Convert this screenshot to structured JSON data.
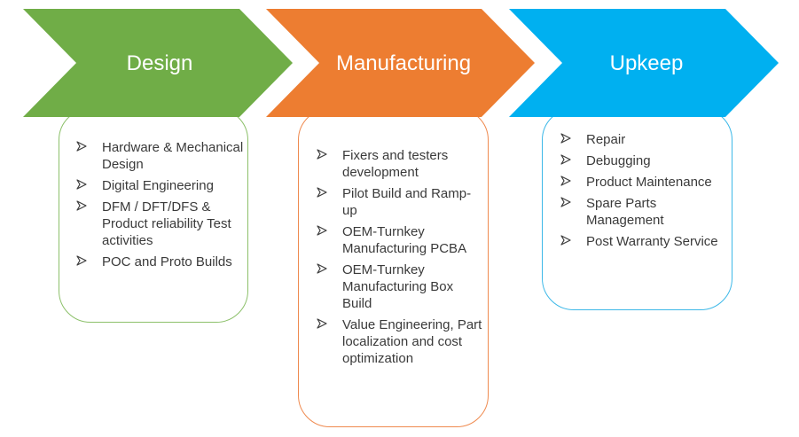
{
  "stages": [
    {
      "title": "Design",
      "color": "#70ad47",
      "items": [
        "Hardware & Mechanical Design",
        "Digital Engineering",
        "DFM / DFT/DFS & Product reliability Test activities",
        "POC and Proto Builds"
      ]
    },
    {
      "title": "Manufacturing",
      "color": "#ed7d31",
      "items": [
        "Fixers and testers development",
        "Pilot Build and Ramp-up",
        "OEM-Turnkey Manufacturing PCBA",
        "OEM-Turnkey Manufacturing Box Build",
        "Value Engineering, Part localization and cost optimization"
      ]
    },
    {
      "title": "Upkeep",
      "color": "#00b0f0",
      "items": [
        "Repair",
        "Debugging",
        "Product Maintenance",
        "Spare Parts Management",
        "Post Warranty Service"
      ]
    }
  ],
  "bullet_icon": "arrowhead-bullet-icon"
}
